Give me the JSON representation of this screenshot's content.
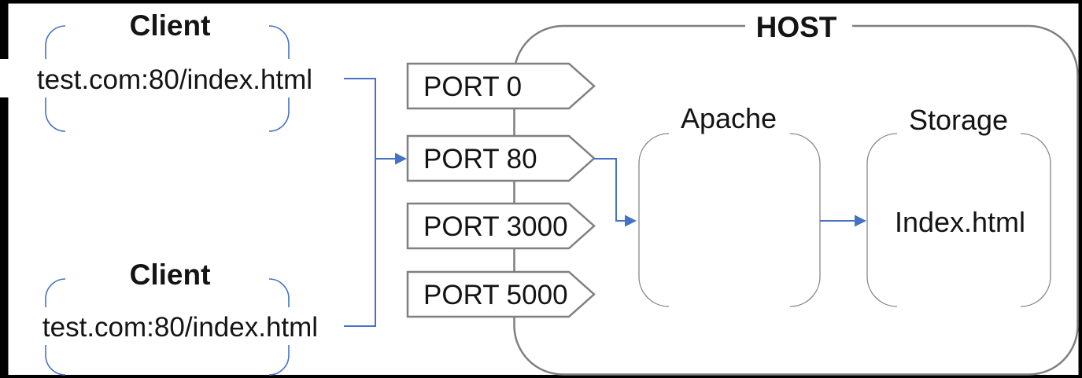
{
  "diagram": {
    "client_top": {
      "title": "Client",
      "url": "test.com:80/index.html"
    },
    "client_bottom": {
      "title": "Client",
      "url": "test.com:80/index.html"
    },
    "ports": {
      "p0": "PORT 0",
      "p80": "PORT 80",
      "p3000": "PORT 3000",
      "p5000": "PORT 5000"
    },
    "host": {
      "title": "HOST",
      "apache_label": "Apache",
      "storage_label": "Storage",
      "storage_file": "Index.html"
    },
    "colors": {
      "accent_blue": "#4472C4",
      "shape_gray": "#7F7F7F",
      "frame_black": "#000000"
    }
  }
}
